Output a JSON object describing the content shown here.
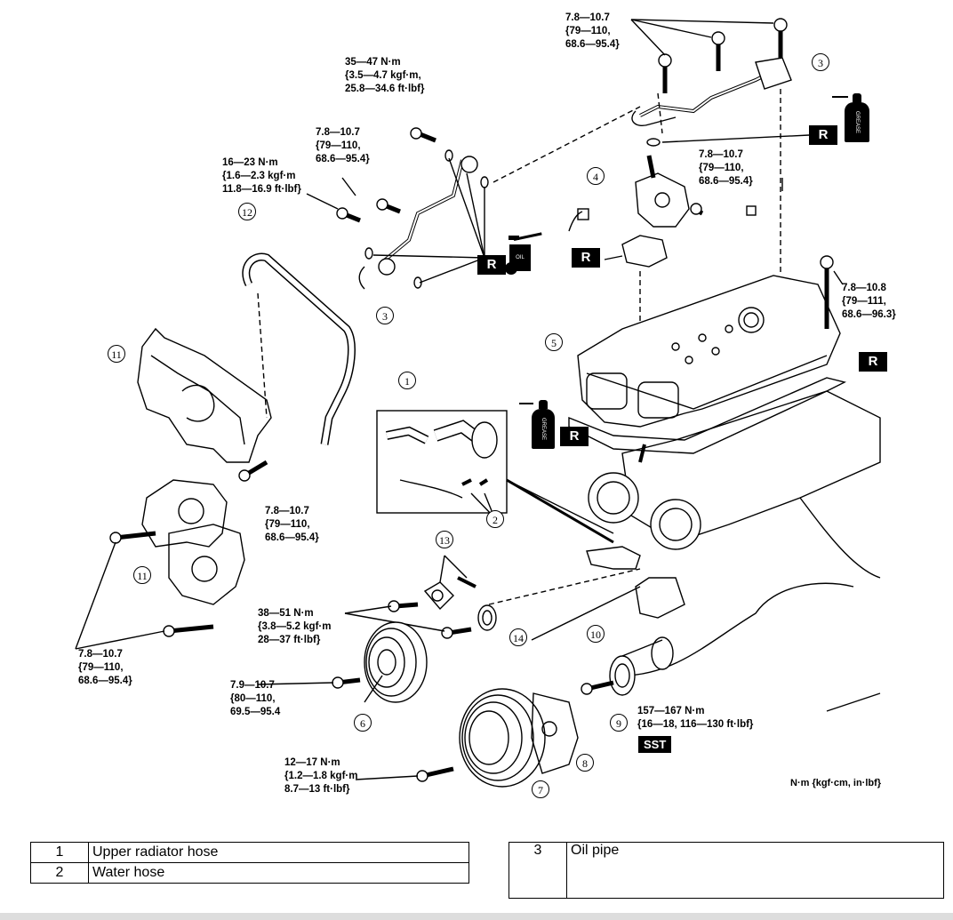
{
  "specs": {
    "top_right_bolts": "7.8—10.7\n{79—110,\n68.6—95.4}",
    "oil_pipe_banjo": "35—47 N·m\n{3.5—4.7 kgf·m,\n25.8—34.6 ft·lbf}",
    "oil_pipe_bracket": "7.8—10.7\n{79—110,\n68.6—95.4}",
    "oil_pipe_lower": "16—23 N·m\n{1.6—2.3 kgf·m\n11.8—16.9 ft·lbf}",
    "thermostat_bolt": "7.8—10.7\n{79—110,\n68.6—95.4}",
    "head_cover_bolt": "7.8—10.8\n{79—111,\n68.6—96.3}",
    "timing_cover_upper": "7.8—10.7\n{79—110,\n68.6—95.4}",
    "timing_cover_lower": "7.8—10.7\n{79—110,\n68.6—95.4}",
    "tensioner": "38—51 N·m\n{3.8—5.2 kgf·m\n28—37 ft·lbf}",
    "pulley_bolt": "7.9—10.7\n{80—110,\n69.5—95.4",
    "crank_pulley_bolt": "12—17 N·m\n{1.2—1.8 kgf·m\n8.7—13 ft·lbf}",
    "crank_bolt": "157—167 N·m\n{16—18, 116—130 ft·lbf}"
  },
  "badges": {
    "replace": "R",
    "sst": "SST",
    "grease": "GREASE",
    "oil": "OIL"
  },
  "callouts": [
    "1",
    "2",
    "3",
    "4",
    "5",
    "6",
    "7",
    "8",
    "9",
    "10",
    "11",
    "12",
    "13",
    "14"
  ],
  "callout_glyphs": {
    "c1": "①",
    "c2": "②",
    "c3": "③",
    "c4": "④",
    "c5": "⑤",
    "c6": "⑥",
    "c7": "⑦",
    "c8": "⑧",
    "c9": "⑨",
    "c10": "⑩",
    "c11": "⑪",
    "c12": "⑫",
    "c13": "⑬",
    "c14": "⑭"
  },
  "units_legend": "N·m {kgf·cm, in·lbf}",
  "parts_table_left": [
    {
      "num": "1",
      "name": "Upper radiator hose"
    },
    {
      "num": "2",
      "name": "Water hose"
    }
  ],
  "parts_table_right": [
    {
      "num": "3",
      "name": "Oil pipe"
    }
  ]
}
